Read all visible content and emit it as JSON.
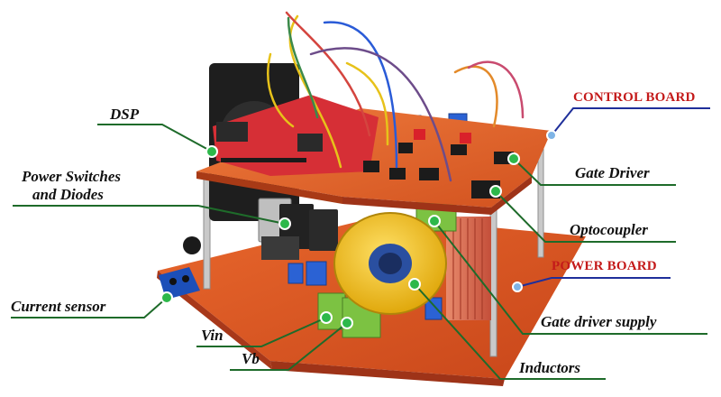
{
  "labels": {
    "dsp": "DSP",
    "power_switches_line1": "Power Switches",
    "power_switches_line2": "and Diodes",
    "current_sensor": "Current sensor",
    "vin": "Vin",
    "vb": "Vb",
    "control_board": "CONTROL BOARD",
    "gate_driver": "Gate Driver",
    "optocoupler": "Optocoupler",
    "power_board": "POWER BOARD",
    "gate_driver_supply": "Gate driver supply",
    "inductors": "Inductors"
  },
  "colors": {
    "leader_green": "#1e6b2a",
    "leader_blue": "#1f2f9a",
    "board_title_red": "#c41a1a",
    "pcb_orange": "#e05a22",
    "inductor_yellow": "#f2c21a"
  }
}
